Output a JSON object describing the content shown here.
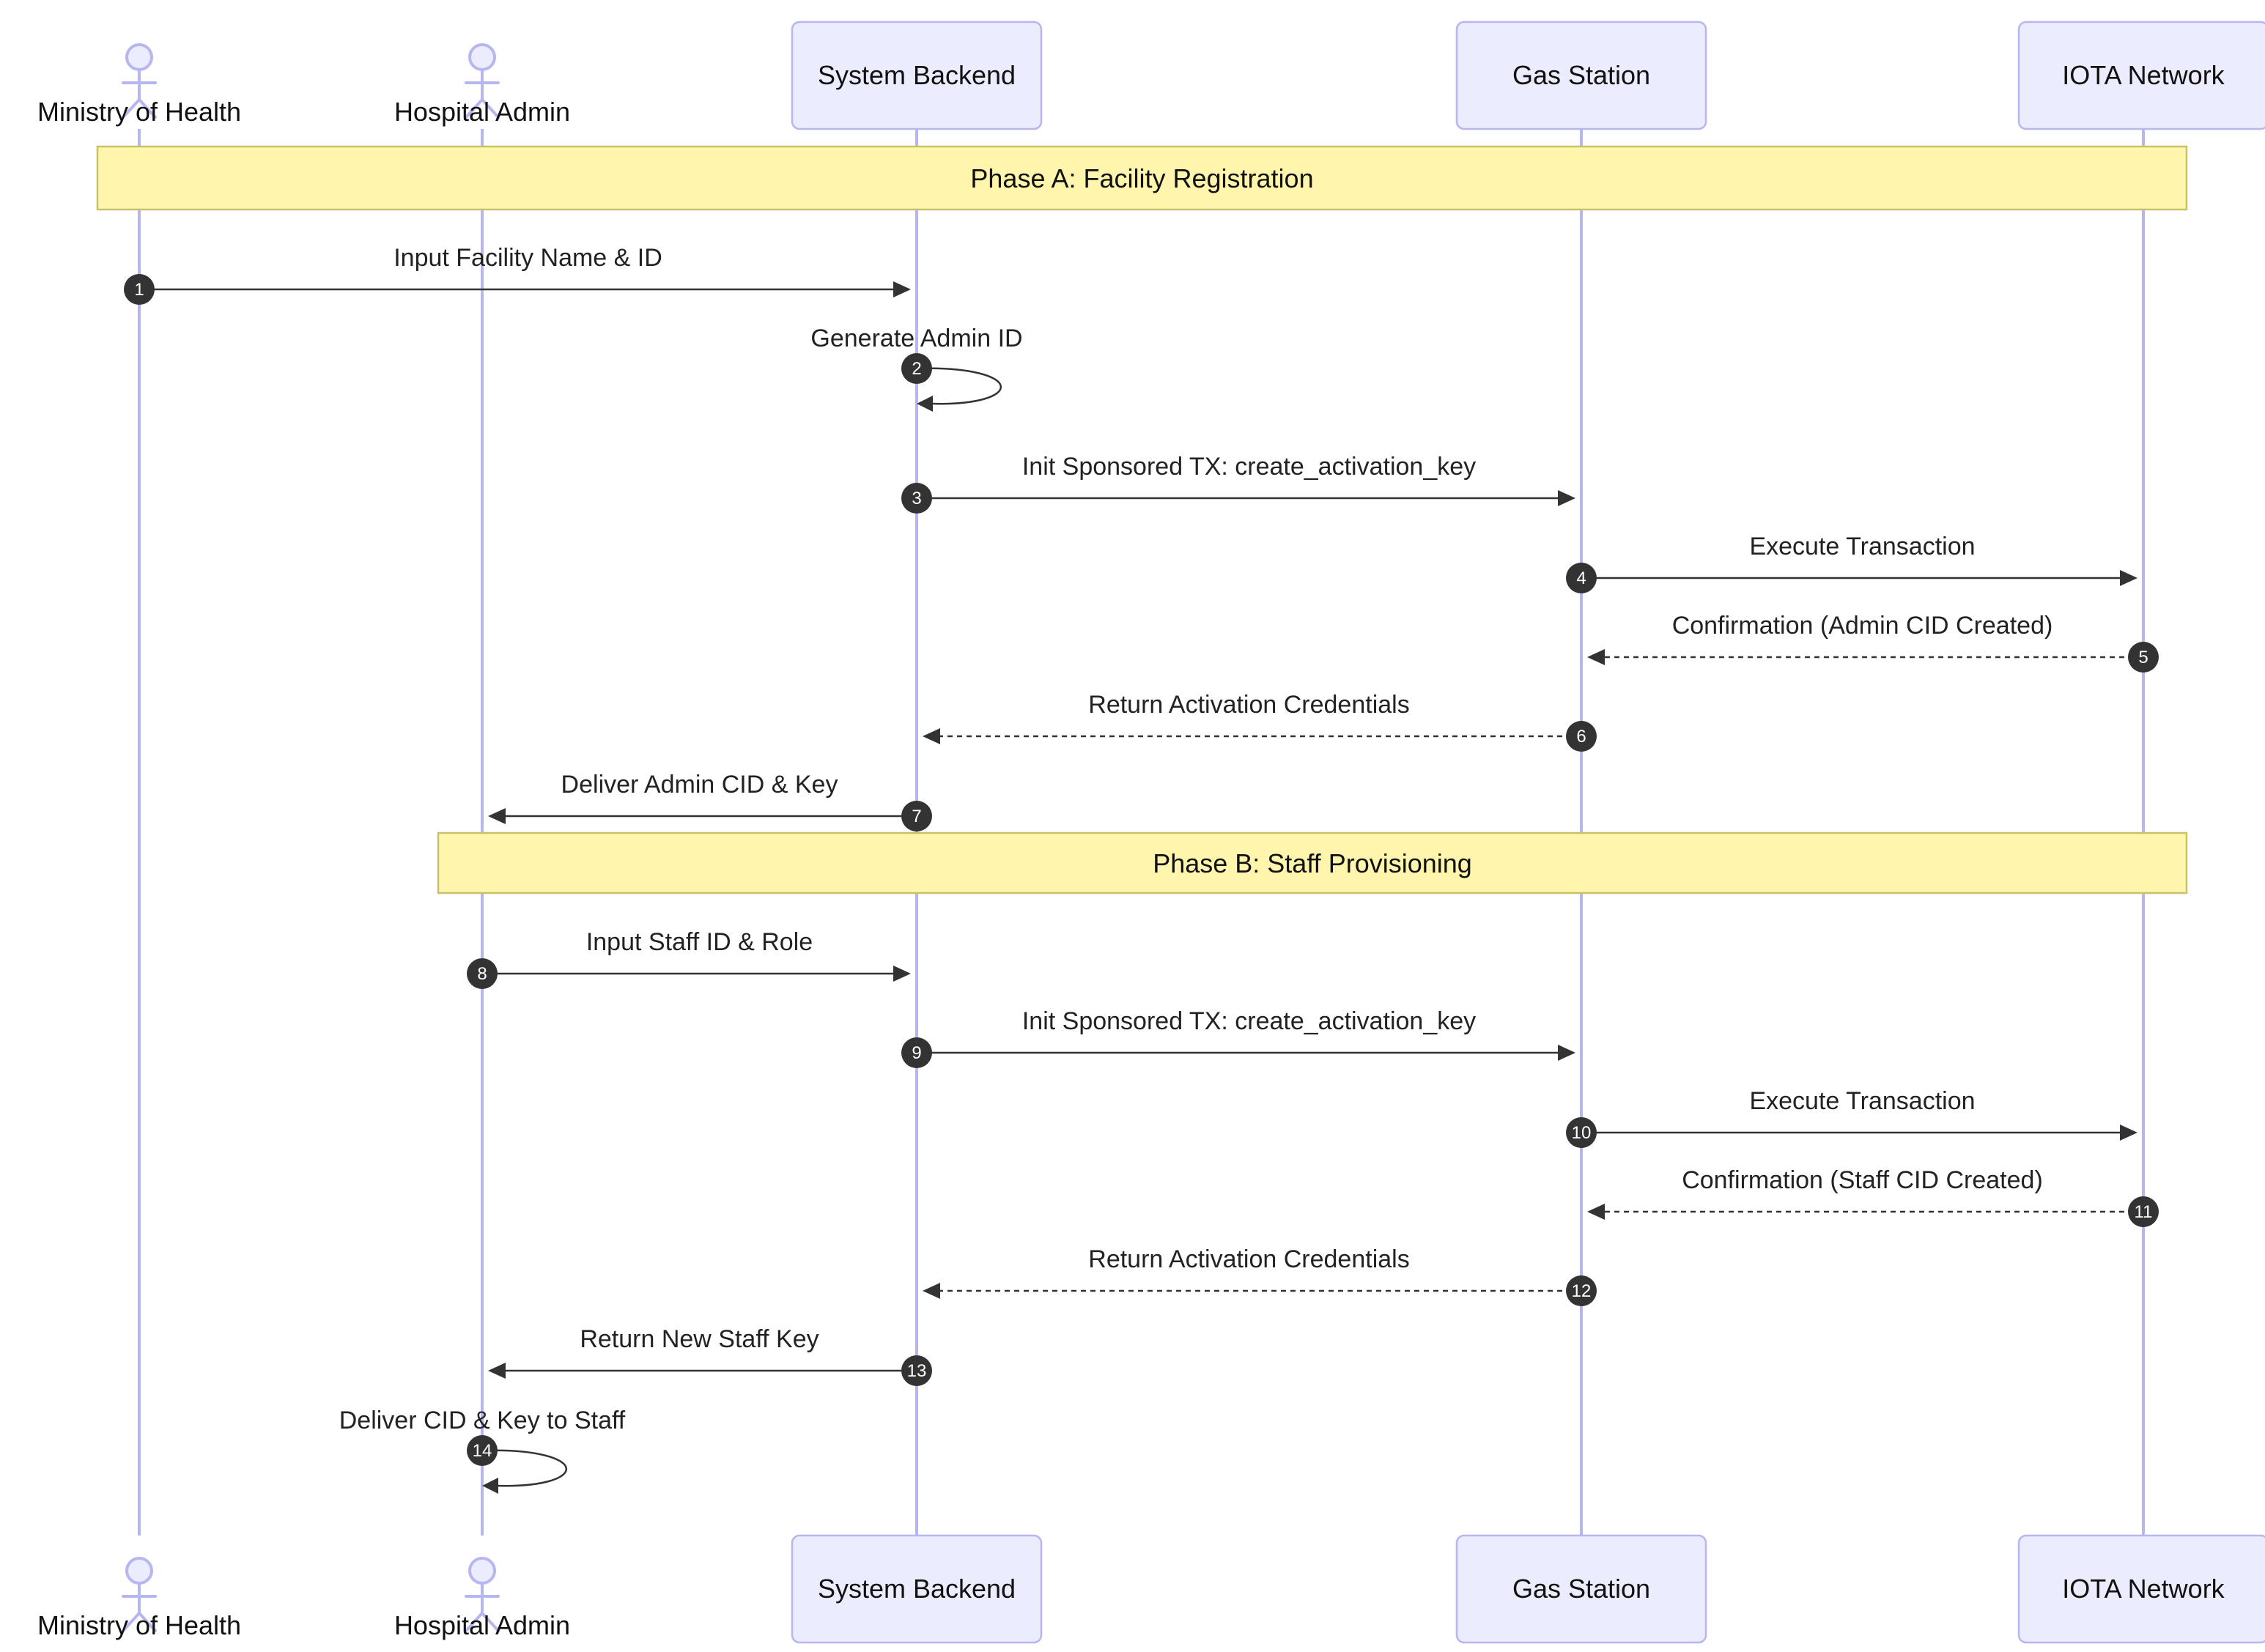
{
  "participants": [
    {
      "id": "moh",
      "label": "Ministry of Health",
      "kind": "actor"
    },
    {
      "id": "admin",
      "label": "Hospital Admin",
      "kind": "actor"
    },
    {
      "id": "backend",
      "label": "System Backend",
      "kind": "box"
    },
    {
      "id": "gas",
      "label": "Gas Station",
      "kind": "box"
    },
    {
      "id": "iota",
      "label": "IOTA Network",
      "kind": "box"
    }
  ],
  "notes": [
    {
      "text": "Phase A: Facility Registration",
      "from": "moh",
      "to": "iota"
    },
    {
      "text": "Phase B: Staff Provisioning",
      "from": "admin",
      "to": "iota"
    }
  ],
  "messages": [
    {
      "n": "1",
      "from": "moh",
      "to": "backend",
      "text": "Input Facility Name & ID",
      "style": "solid"
    },
    {
      "n": "2",
      "from": "backend",
      "to": "backend",
      "text": "Generate Admin ID",
      "style": "solid"
    },
    {
      "n": "3",
      "from": "backend",
      "to": "gas",
      "text": "Init Sponsored TX: create_activation_key",
      "style": "solid"
    },
    {
      "n": "4",
      "from": "gas",
      "to": "iota",
      "text": "Execute Transaction",
      "style": "solid"
    },
    {
      "n": "5",
      "from": "iota",
      "to": "gas",
      "text": "Confirmation (Admin CID Created)",
      "style": "dashed"
    },
    {
      "n": "6",
      "from": "gas",
      "to": "backend",
      "text": "Return Activation Credentials",
      "style": "dashed"
    },
    {
      "n": "7",
      "from": "backend",
      "to": "admin",
      "text": "Deliver Admin CID & Key",
      "style": "solid"
    },
    {
      "n": "8",
      "from": "admin",
      "to": "backend",
      "text": "Input Staff ID & Role",
      "style": "solid"
    },
    {
      "n": "9",
      "from": "backend",
      "to": "gas",
      "text": "Init Sponsored TX: create_activation_key",
      "style": "solid"
    },
    {
      "n": "10",
      "from": "gas",
      "to": "iota",
      "text": "Execute Transaction",
      "style": "solid"
    },
    {
      "n": "11",
      "from": "iota",
      "to": "gas",
      "text": "Confirmation (Staff CID Created)",
      "style": "dashed"
    },
    {
      "n": "12",
      "from": "gas",
      "to": "backend",
      "text": "Return Activation Credentials",
      "style": "dashed"
    },
    {
      "n": "13",
      "from": "backend",
      "to": "admin",
      "text": "Return New Staff Key",
      "style": "solid"
    },
    {
      "n": "14",
      "from": "admin",
      "to": "admin",
      "text": "Deliver CID & Key to Staff",
      "style": "solid"
    }
  ]
}
